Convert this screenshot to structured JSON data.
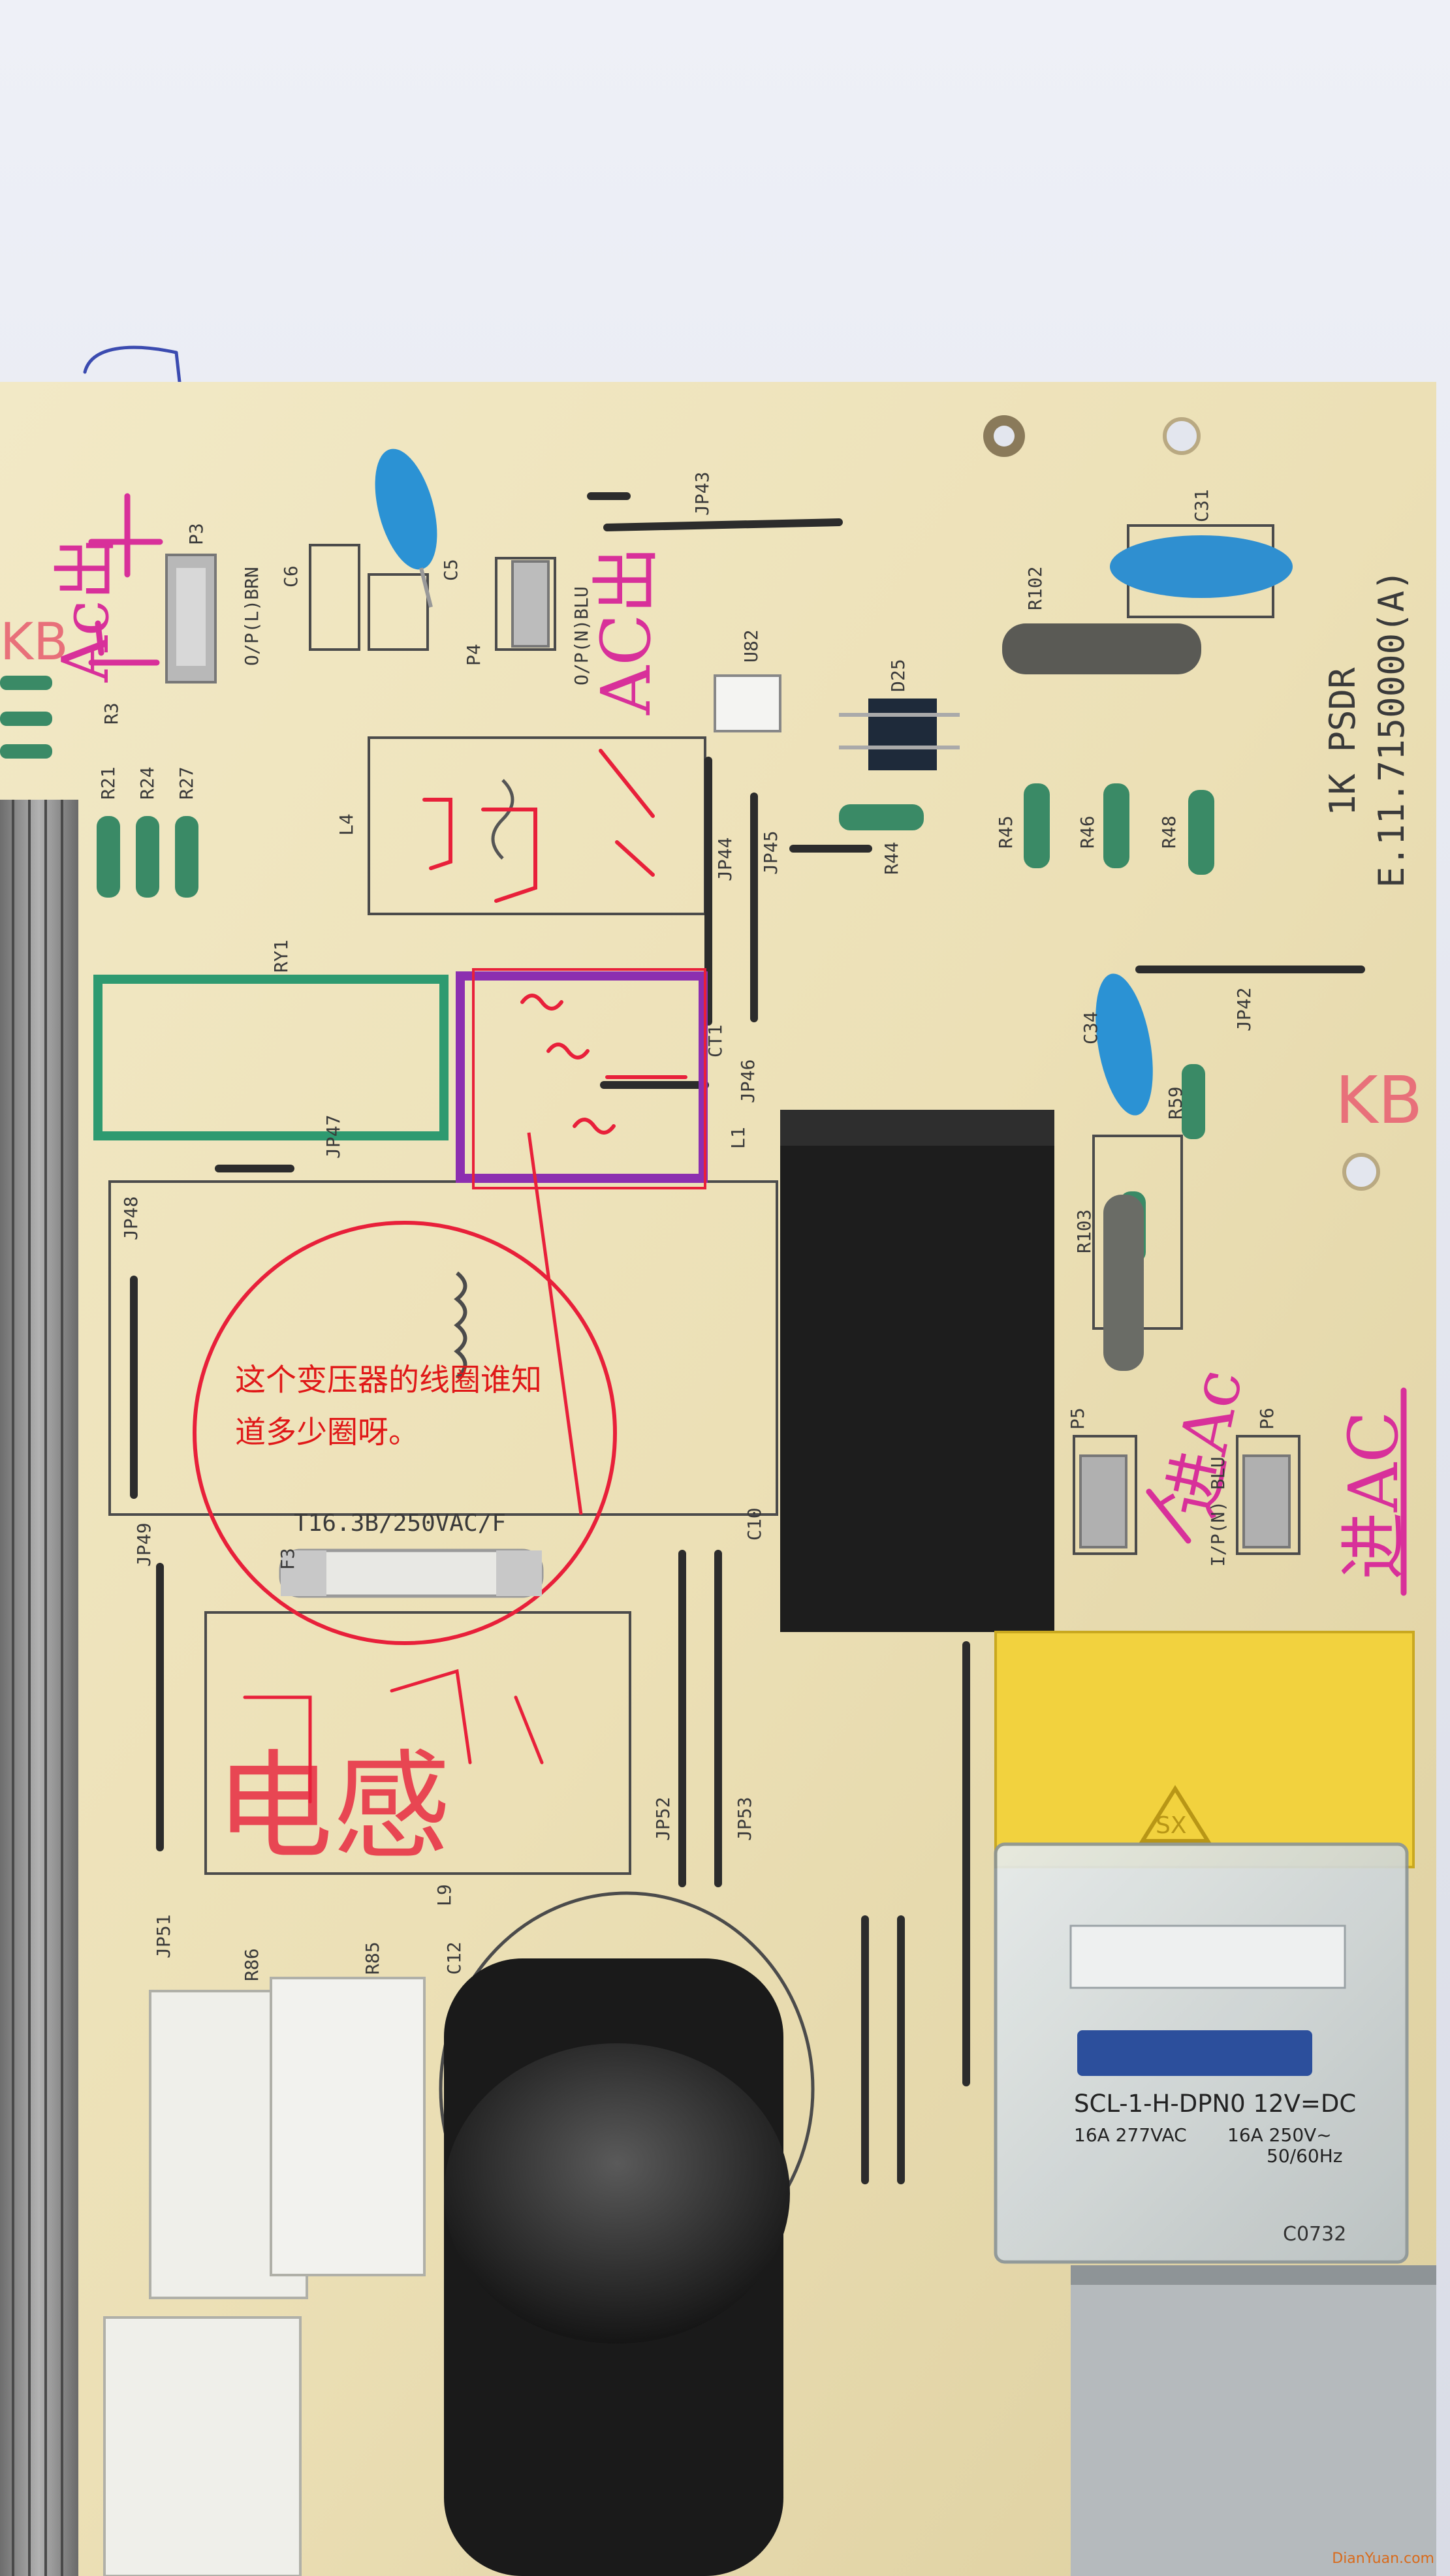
{
  "photo": {
    "subject": "air-conditioner power board",
    "annotation_text": "这个变压器的线圈谁知道多少圈呀。",
    "watermark": "DianYuan.com"
  },
  "pcb": {
    "model_line_1": "1K PSDR",
    "model_line_2": "E.11.7150000(A)",
    "labels": {
      "p3": "P3",
      "p3_desc": "O/P(L)BRN",
      "c6": "C6",
      "c5": "C5",
      "p4": "P4",
      "p4_desc": "O/P(N)BLU",
      "jp43": "JP43",
      "u82": "U82",
      "r102": "R102",
      "c31": "C31",
      "d25": "D25",
      "r44": "R44",
      "r45": "R45",
      "r46": "R46",
      "r48": "R48",
      "r21": "R21",
      "r24": "R24",
      "r27": "R27",
      "r3": "R3",
      "l4": "L4",
      "ry1": "RY1",
      "jp44": "JP44",
      "jp45": "JP45",
      "jp47": "JP47",
      "jp46": "JP46",
      "ct1": "CT1",
      "l1": "L1",
      "c34": "C34",
      "jp42": "JP42",
      "r59": "R59",
      "r103": "R103",
      "jp48": "JP48",
      "fuse": "T16.3B/250VAC/F",
      "f3": "F3",
      "c10": "C10",
      "jp49": "JP49",
      "p5": "P5",
      "p6": "P6",
      "p6_desc": "I/P(N) BLU",
      "l9": "L9",
      "jp52": "JP52",
      "jp53": "JP53",
      "jp51": "JP51",
      "r86": "R86",
      "r85": "R85",
      "c12": "C12",
      "kb": "KB",
      "kb_right": "KB"
    }
  },
  "handwriting": {
    "ac_out_1": "Ac出",
    "ac_out_2": "AC出",
    "ac_in_1": "进Ac",
    "ac_in_2": "进AC",
    "inductor_note": "电感"
  },
  "components": {
    "relay_line_1": "SCL-1-H-DPN0  12V=DC",
    "relay_line_2": "16A 277VAC",
    "relay_line_3": "16A 250V~",
    "relay_line_4": "50/60Hz",
    "relay_code": "C0732",
    "x2_cap_mark": "SX"
  }
}
